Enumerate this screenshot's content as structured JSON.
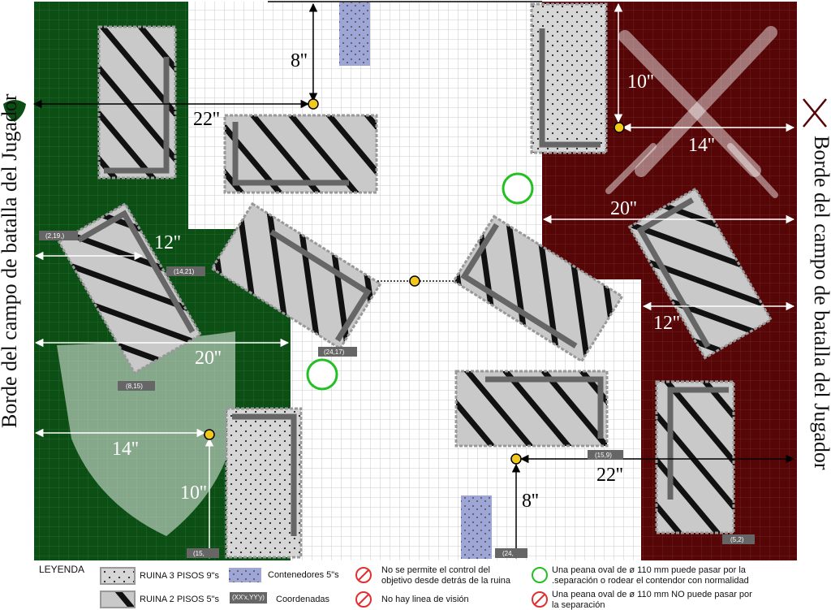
{
  "side_labels": {
    "left": "Borde del campo de batalla del Jugador",
    "right": "Borde del campo de batalla del Jugador"
  },
  "colors": {
    "left_deployment": "#0b4f14",
    "right_deployment": "#560606",
    "ruin_fill": "#c9c9c9",
    "container_fill": "#9ea6d6",
    "objective": "#f2c81c",
    "grid_line": "#bdbdbd"
  },
  "distances": {
    "top_8": "8''",
    "top_22": "22''",
    "top_10": "10''",
    "top_14": "14''",
    "right_20": "20''",
    "left_12": "12''",
    "left_20": "20''",
    "right_12": "12''",
    "left_14": "14''",
    "left_10": "10''",
    "bottom_22": "22''",
    "bottom_8": "8''"
  },
  "coordinates": {
    "c1": "(2,19,)",
    "c2": "(14,21)",
    "c3": "(24,17)",
    "c4": "(8,15)",
    "c5": "(15,9)",
    "c6": "(15,",
    "c7": "(24,",
    "c8": "(5,2)"
  },
  "legend": {
    "title": "LEYENDA",
    "ruin3": "RUINA 3 PISOS 9\"s",
    "ruin2": "RUINA 2 PISOS 5\"s",
    "containers": "Contenedores 5\"s",
    "coords_sample": "(XX'x,YY'y)",
    "coords_label": "Coordenadas",
    "no_control_1": "No se permite el control del",
    "no_control_2": "objetivo desde detrás de la ruina",
    "no_los": "No hay linea de visión",
    "oval_pass_1": "Una peana oval de ø 110 mm puede pasar por la",
    "oval_pass_2": ".separación o rodear el contendor con normalidad",
    "oval_nopass_1": "Una peana oval de ø 110 mm NO puede pasar por",
    "oval_nopass_2": "la separación"
  }
}
